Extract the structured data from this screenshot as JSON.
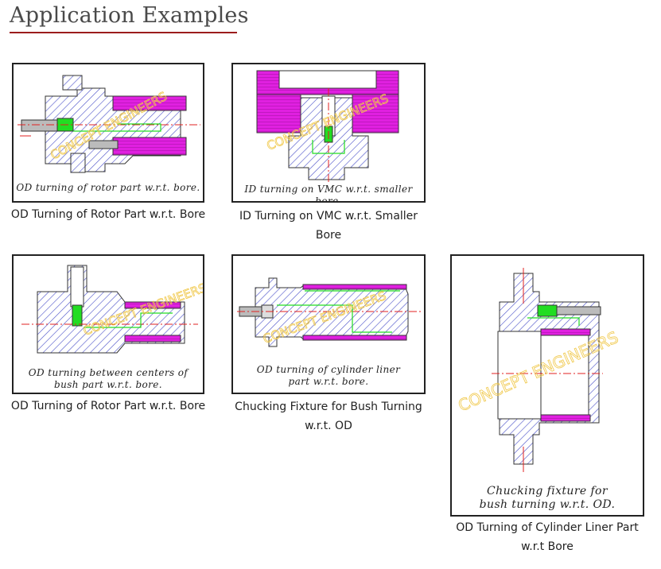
{
  "page": {
    "title": "Application Examples"
  },
  "examples": [
    {
      "drawing_text": "OD turning of rotor part w.r.t. bore.",
      "label_lines": [
        "OD Turning of Rotor Part w.r.t. Bore"
      ]
    },
    {
      "drawing_text": "ID turning on VMC  w.r.t. smaller bore.",
      "label_lines": [
        "ID Turning on VMC w.r.t. Smaller",
        "Bore"
      ]
    },
    {
      "drawing_text_lines": [
        "OD turning between centers of",
        "bush part w.r.t. bore."
      ],
      "label_lines": [
        "OD Turning of Rotor Part w.r.t. Bore"
      ]
    },
    {
      "drawing_text_lines": [
        "OD turning of cylinder liner",
        "part w.r.t. bore."
      ],
      "label_lines": [
        "Chucking Fixture for Bush Turning",
        "w.r.t. OD"
      ]
    },
    {
      "drawing_text_lines": [
        "Chucking fixture for",
        "bush turning w.r.t. OD."
      ],
      "label_lines": [
        "OD Turning of Cylinder Liner Part",
        "w.r.t Bore"
      ]
    }
  ],
  "watermark": "CONCEPT ENGINEERS",
  "colors": {
    "heading_underline": "#9b1c1c",
    "hatch": "#4a50c8",
    "magenta": "#e020e0",
    "green": "#22dd22",
    "centerline": "#e02020",
    "watermark": "#f0c84a"
  }
}
